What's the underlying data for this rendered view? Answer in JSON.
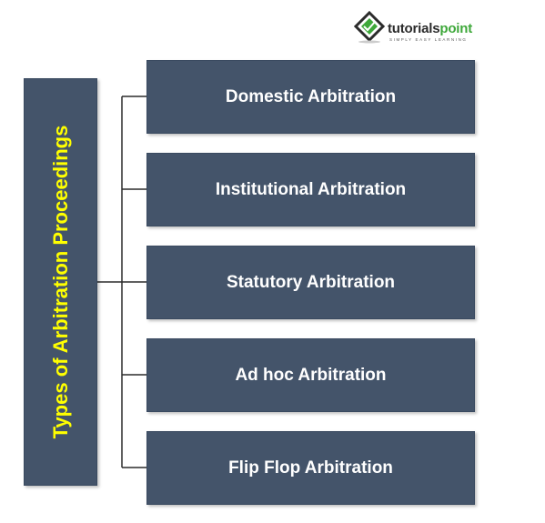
{
  "logo": {
    "icon": "tutorialspoint-logo-icon",
    "word_part1": "tutorials",
    "word_part2": "point",
    "tagline": "SIMPLY EASY LEARNING"
  },
  "diagram": {
    "root": "Types of Arbitration Proceedings",
    "children": [
      "Domestic Arbitration",
      "Institutional Arbitration",
      "Statutory Arbitration",
      "Ad hoc Arbitration",
      "Flip Flop Arbitration"
    ],
    "colors": {
      "box_fill": "#44546a",
      "root_text": "#ffff00",
      "child_text": "#ffffff",
      "connector": "#2b2b2b",
      "logo_green": "#3ea83a"
    }
  }
}
